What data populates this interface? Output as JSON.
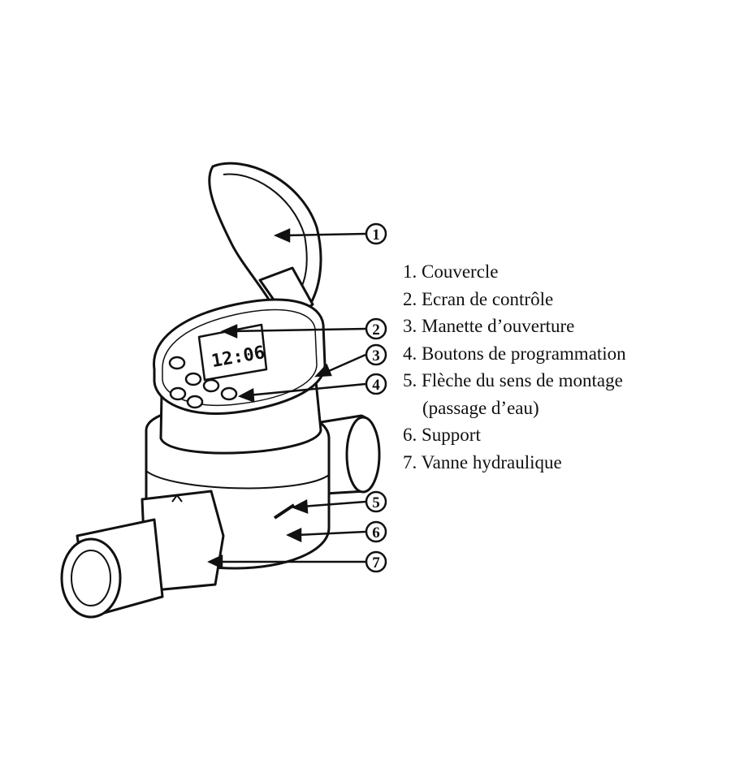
{
  "diagram": {
    "device_display": "12:06",
    "callouts": [
      "1",
      "2",
      "3",
      "4",
      "5",
      "6",
      "7"
    ],
    "legend": [
      {
        "number": "1.",
        "label": "Couvercle"
      },
      {
        "number": "2.",
        "label": "Ecran de contrôle"
      },
      {
        "number": "3.",
        "label": "Manette d’ouverture"
      },
      {
        "number": "4.",
        "label": "Boutons de programmation"
      },
      {
        "number": "5.",
        "label": "Flèche du sens de montage"
      },
      {
        "number": "6.",
        "label": "Support"
      },
      {
        "number": "7.",
        "label": "Vanne hydraulique"
      }
    ],
    "legend_item5_continuation": "(passage d’eau)"
  }
}
